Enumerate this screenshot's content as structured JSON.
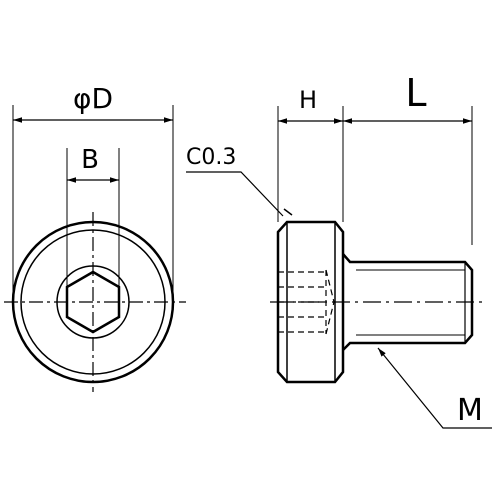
{
  "labels": {
    "diameter": "φD",
    "hex_width": "B",
    "chamfer": "C0.3",
    "head_height": "H",
    "length": "L",
    "thread": "M"
  }
}
